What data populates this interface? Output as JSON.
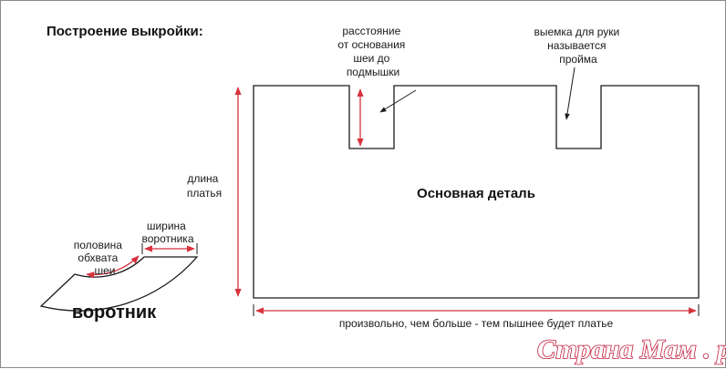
{
  "title": "Построение выкройки:",
  "neck_to_armpit": [
    "расстояние",
    "от основания",
    "шеи до",
    "подмышки"
  ],
  "armhole": [
    "выемка для руки",
    "называется",
    "пройма"
  ],
  "main_piece": "Основная деталь",
  "dress_length": [
    "длина",
    "платья"
  ],
  "width_note": "произвольно, чем больше - тем пышнее будет платье",
  "collar_width": [
    "ширина",
    "воротника"
  ],
  "half_neck": [
    "половина",
    "обхвата",
    "шеи"
  ],
  "collar": "воротник",
  "watermark": "Страна Мам . ру",
  "colors": {
    "dimension": "#d8323c",
    "outline": "#1a1a1a",
    "watermark_fill": "#ffffff",
    "watermark_stroke": "#c21b3a"
  }
}
